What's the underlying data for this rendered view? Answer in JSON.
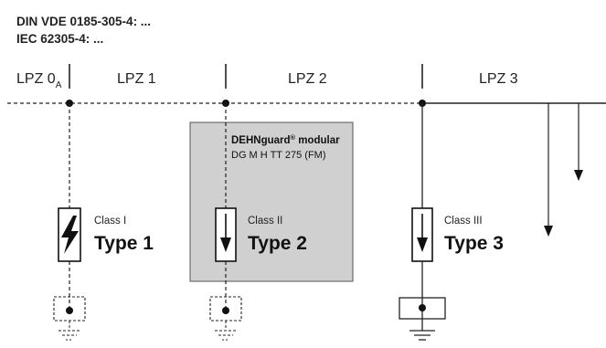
{
  "standards": {
    "line1": "DIN VDE 0185-305-4: ...",
    "line2": "IEC 62305-4: ..."
  },
  "zones": [
    {
      "main": "LPZ 0",
      "sub": "A"
    },
    {
      "main": "LPZ 1",
      "sub": ""
    },
    {
      "main": "LPZ 2",
      "sub": ""
    },
    {
      "main": "LPZ 3",
      "sub": ""
    }
  ],
  "product": {
    "name": "DEHNguard",
    "registered": "®",
    "series": " modular",
    "code": "DG M H TT 275 (FM)"
  },
  "devices": [
    {
      "class_label": "Class I",
      "type_label": "Type 1",
      "symbol": "lightning-arrester-icon"
    },
    {
      "class_label": "Class II",
      "type_label": "Type 2",
      "symbol": "surge-arrow-icon"
    },
    {
      "class_label": "Class III",
      "type_label": "Type 3",
      "symbol": "surge-arrow-icon"
    }
  ],
  "colors": {
    "line": "#222222",
    "device_box_fill": "#d0d0d0",
    "device_box_stroke": "#555555"
  }
}
